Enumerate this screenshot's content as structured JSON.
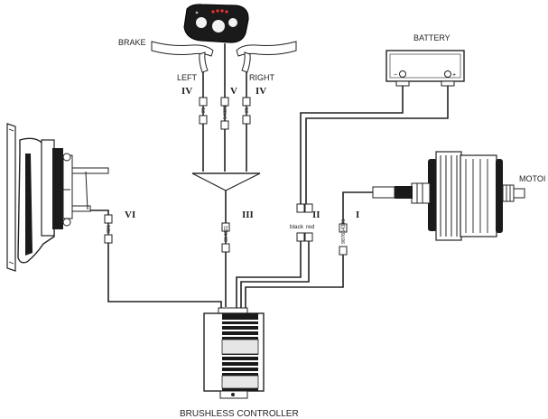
{
  "labels": {
    "brake": "BRAKE",
    "left": "LEFT",
    "right": "RIGHT",
    "battery": "BATTERY",
    "motor": "MOTOI",
    "controller": "BRUSHLESS CONTROLLER"
  },
  "roman": {
    "left_brake": "IV",
    "display": "V",
    "right_brake": "IV",
    "throttle": "VI",
    "hub": "III",
    "battery": "II",
    "motor": "I"
  },
  "pins": {
    "left_brake": "21",
    "display": "54321",
    "right_brake": "21",
    "throttle": "321",
    "hub": "654321",
    "motor": "987654321",
    "battery_black": "black",
    "battery_red": "red"
  },
  "battery_terminals": {
    "negative": "−",
    "positive": "+"
  },
  "colors": {
    "line": "#222222",
    "fill_dark": "#1a1a1a",
    "fill_light": "#e6e6e6"
  }
}
